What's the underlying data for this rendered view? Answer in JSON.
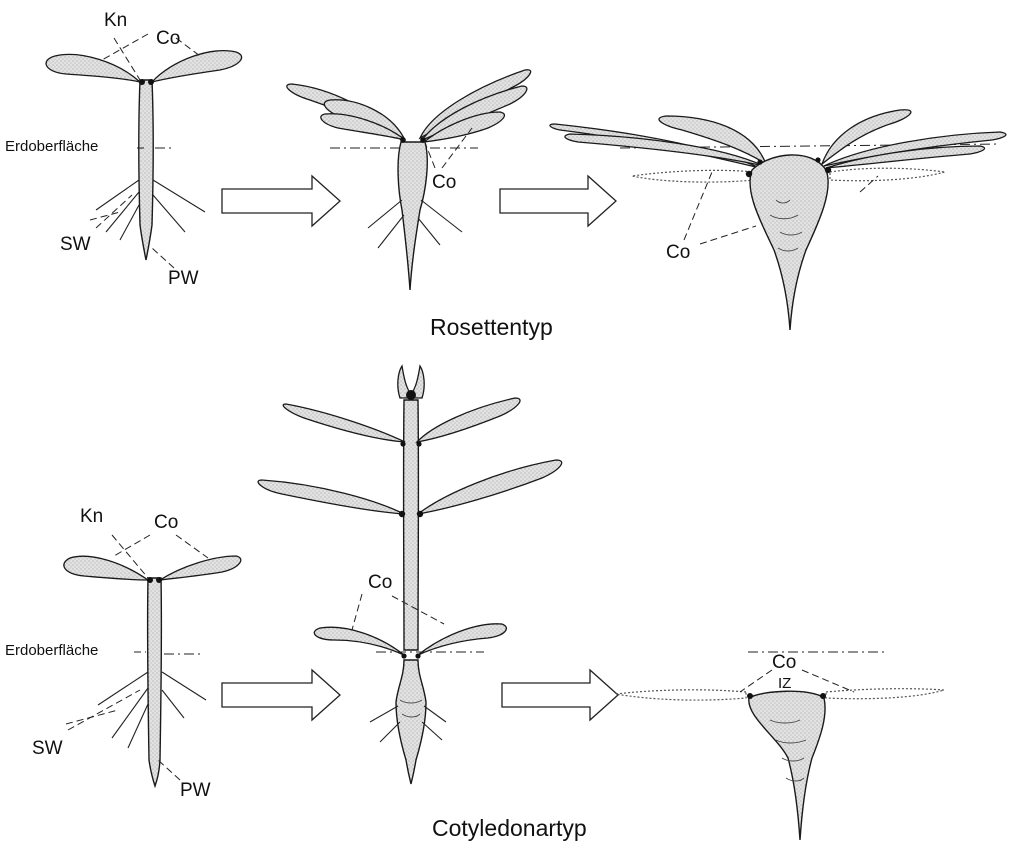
{
  "rosette": {
    "seedling_labels": {
      "kn": "Kn",
      "co": "Co",
      "soil": "Erdoberfläche",
      "sw": "SW",
      "pw": "PW"
    },
    "mid_co": "Co",
    "final_co": "Co",
    "caption": "Rosettentyp"
  },
  "cotyledonar": {
    "seedling_labels": {
      "kn": "Kn",
      "co": "Co",
      "soil": "Erdoberfläche",
      "sw": "SW",
      "pw": "PW"
    },
    "mid_co": "Co",
    "final_co": "Co",
    "final_iz": "IZ",
    "caption": "Cotyledonartyp"
  }
}
